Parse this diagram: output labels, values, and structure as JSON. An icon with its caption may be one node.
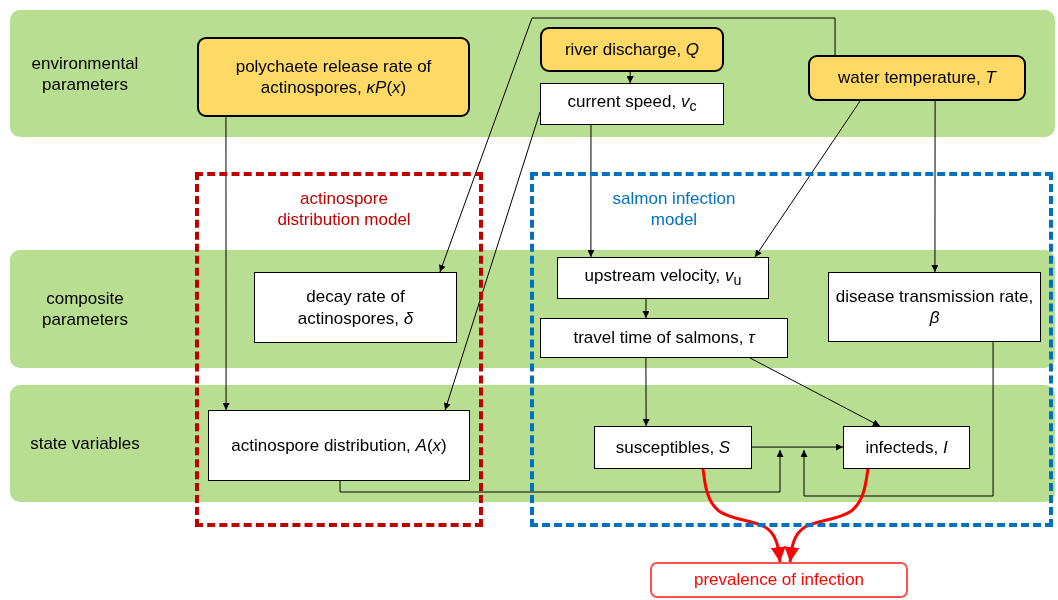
{
  "diagram": {
    "nodes": [
      {
        "text": [
          "polychaete release rate of actinospores, *κP*(*x*)"
        ]
      },
      {
        "text": [
          "river discharge, *Q*"
        ]
      },
      {
        "text": [
          "current speed, *v*$_{c}$"
        ]
      },
      {
        "text": [
          "water temperature, *T*"
        ]
      },
      {
        "text": [
          "actinospore distribution model"
        ]
      },
      {
        "text": [
          "salmon infection model"
        ]
      },
      {
        "text": [
          "decay rate of actinospores, *δ*"
        ],
        "in": 4
      },
      {
        "text": [
          "upstream velocity, *v*$_{u}$"
        ],
        "in": 5
      },
      {
        "text": [
          "travel time of salmons, *τ*"
        ],
        "in": 5
      },
      {
        "text": [
          "disease transmission rate, *β*"
        ],
        "in": 5
      },
      {
        "text": [
          "actinospore distribution, *A*(*x*)"
        ],
        "in": 4
      },
      {
        "text": [
          "susceptibles, *S*"
        ],
        "in": 5
      },
      {
        "text": [
          "infecteds, *I*"
        ],
        "in": 5
      },
      {
        "text": [
          "prevalence of infection"
        ]
      }
    ],
    "edges": [
      {
        "from": 1,
        "to": 2,
        "arrow": "to"
      },
      {
        "from": 0,
        "to": 10,
        "arrow": "to"
      },
      {
        "from": 3,
        "to": 6,
        "arrow": "to"
      },
      {
        "from": 2,
        "to": 10,
        "arrow": "to"
      },
      {
        "from": 2,
        "to": 7,
        "arrow": "to"
      },
      {
        "from": 3,
        "to": 7,
        "arrow": "to"
      },
      {
        "from": 3,
        "to": 9,
        "arrow": "to"
      },
      {
        "from": 7,
        "to": 8,
        "arrow": "to"
      },
      {
        "from": 8,
        "to": 11,
        "arrow": "to"
      },
      {
        "from": 8,
        "to": 12,
        "arrow": "to"
      },
      {
        "from": 11,
        "to": 12,
        "arrow": "to"
      },
      {
        "from": 10,
        "to": null,
        "arrow": "to"
      },
      {
        "from": 9,
        "to": null,
        "arrow": "to"
      },
      {
        "from": 11,
        "to": 13,
        "arrow": "to",
        "style": "thick",
        "color": "#ff0000"
      },
      {
        "from": 12,
        "to": 13,
        "arrow": "to",
        "style": "thick",
        "color": "#ff0000"
      }
    ],
    "labels": [
      "environmental parameters",
      "composite parameters",
      "state variables"
    ]
  }
}
